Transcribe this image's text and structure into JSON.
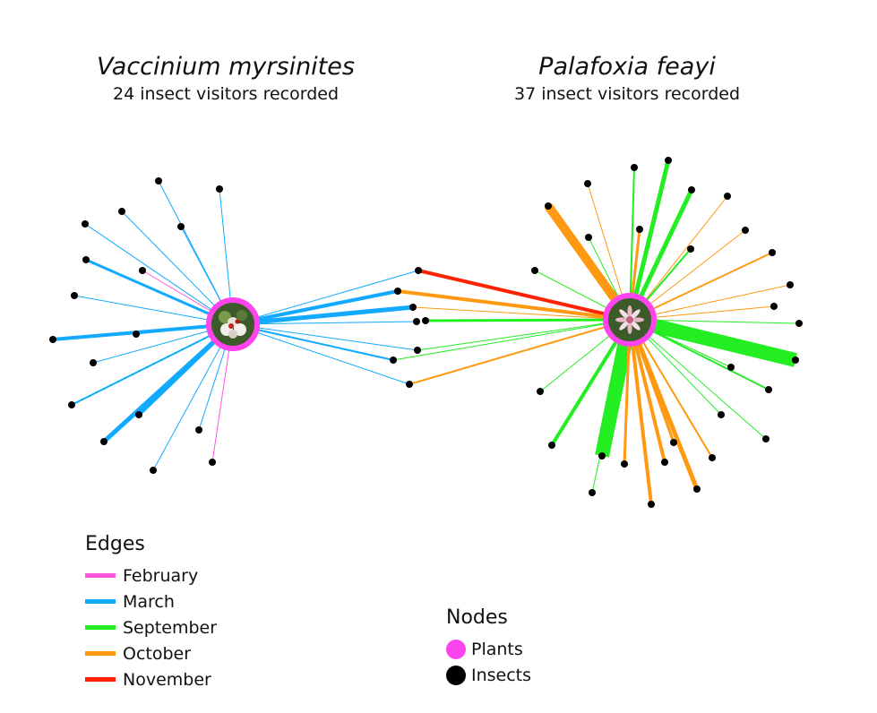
{
  "colors": {
    "plant": "#ff44ee",
    "insect": "#000000",
    "february": "#ff55dd",
    "march": "#11aaff",
    "september": "#22ee22",
    "october": "#ff9911",
    "november": "#ff2200"
  },
  "left_network": {
    "species": "Vaccinium myrsinites",
    "subtitle": "24 insect visitors recorded"
  },
  "right_network": {
    "species": "Palafoxia feayi",
    "subtitle": "37 insect visitors recorded"
  },
  "legend_edges": {
    "title": "Edges",
    "items": [
      {
        "label": "February",
        "color": "#ff55dd"
      },
      {
        "label": "March",
        "color": "#11aaff"
      },
      {
        "label": "September",
        "color": "#22ee22"
      },
      {
        "label": "October",
        "color": "#ff9911"
      },
      {
        "label": "November",
        "color": "#ff2200"
      }
    ]
  },
  "legend_nodes": {
    "title": "Nodes",
    "items": [
      {
        "label": "Plants",
        "color": "#ff44ee"
      },
      {
        "label": "Insects",
        "color": "#000000"
      }
    ]
  }
}
